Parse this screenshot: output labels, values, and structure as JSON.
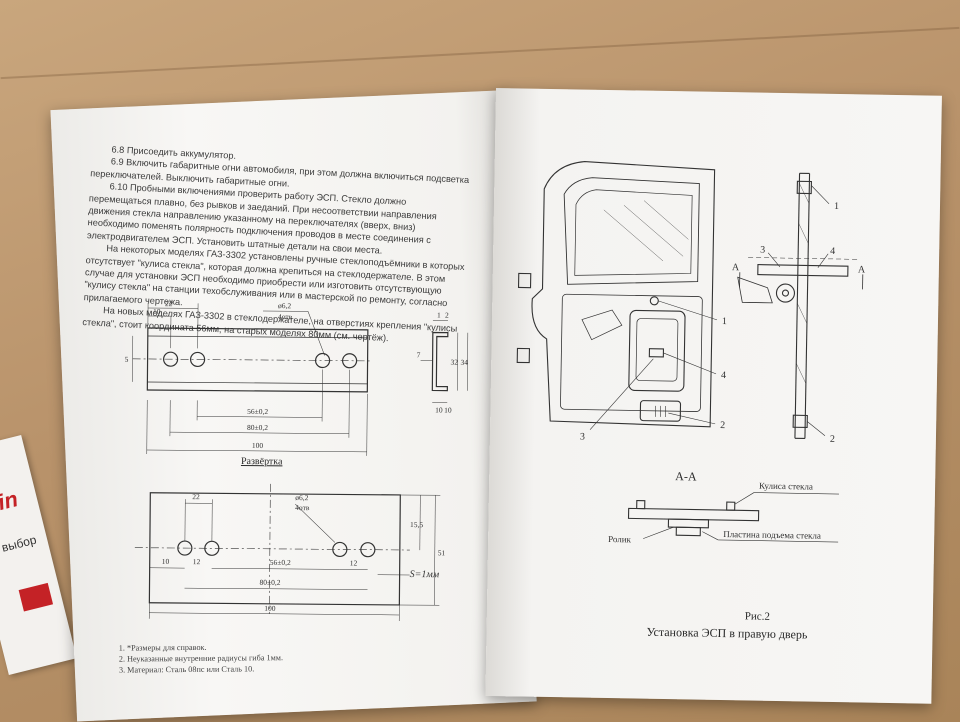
{
  "background": {
    "color": "#b8926a"
  },
  "left_card": {
    "brand": "Lin",
    "subtitle": "й выбор"
  },
  "left_page": {
    "paragraphs": [
      "6.8 Присоедить аккумулятор.",
      "6.9 Включить габаритные огни автомобиля, при этом должна включиться подсветка переключателей. Выключить габаритные огни.",
      "6.10 Пробными включениями проверить работу ЭСП. Стекло должно перемещаться плавно, без рывков и заеданий. При несоответствии направления движения стекла направлению указанному на переключателях (вверх, вниз) необходимо поменять полярность подключения проводов в месте соединения с электродвигателем ЭСП. Установить штатные детали на свои места.",
      "На некоторых моделях ГАЗ-3302 установлены ручные стеклоподъёмники в которых отсутствует \"кулиса стекла\", которая должна крепиться на стеклодержателе. В этом случае для установки ЭСП необходимо приобрести или изготовить отсутствующую \"кулису стекла\" на станции техобслуживания или в мастерской по ремонту, согласно прилагаемого чертежа.",
      "На новых моделях ГАЗ-3302 в стеклодержателе, на отверстиях крепления \"кулисы стекла\", стоит координата 56мм, на старых моделях 80мм (см. чертёж)."
    ],
    "top_drawing": {
      "dims": [
        "22",
        "10",
        "ø6,2",
        "4отв",
        "56±0,2",
        "80±0,2",
        "100",
        "5"
      ],
      "section_dims": [
        "1",
        "2",
        "7",
        "32",
        "34",
        "10",
        "10"
      ]
    },
    "unfold_label": "Развёртка",
    "bottom_drawing": {
      "dims": [
        "22",
        "ø6,2",
        "4отв",
        "10",
        "12",
        "56±0,2",
        "12",
        "80±0,2",
        "100",
        "15,5",
        "51"
      ],
      "thickness": "S=1мм"
    },
    "notes": [
      "1. *Размеры для справок.",
      "2. Неуказанные внутренние радиусы гиба 1мм.",
      "3. Материал: Сталь 08пс или Сталь 10."
    ]
  },
  "right_page": {
    "door_callouts": [
      "1",
      "3",
      "4",
      "2"
    ],
    "side_callouts": [
      "1",
      "3",
      "4",
      "2"
    ],
    "section_markers": [
      "А",
      "А"
    ],
    "section_title": "А-А",
    "section_labels": {
      "slide": "Кулиса стекла",
      "roller": "Ролик",
      "plate": "Пластина подъема стекла"
    },
    "fig_label": "Рис.2",
    "fig_title": "Установка ЭСП в правую дверь"
  }
}
